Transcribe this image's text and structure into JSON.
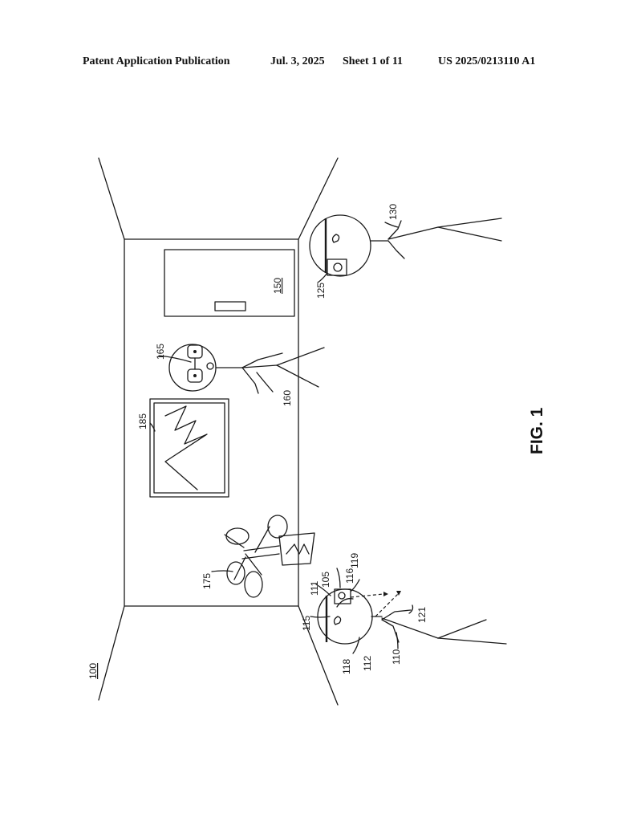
{
  "header": {
    "publication": "Patent Application Publication",
    "date": "Jul. 3, 2025",
    "sheet": "Sheet 1 of 11",
    "number": "US 2025/0213110 A1"
  },
  "figure": {
    "caption": "FIG. 1",
    "labels": {
      "room": "100",
      "user_front": "105",
      "body_front": "110",
      "part_111": "111",
      "part_112": "112",
      "part_115": "115",
      "part_116": "116",
      "part_118": "118",
      "part_119": "119",
      "part_121": "121",
      "device_125": "125",
      "user_back": "130",
      "door": "150",
      "person_body": "160",
      "person_head": "165",
      "plant": "175",
      "picture": "185"
    }
  },
  "colors": {
    "ink": "#1a1a1a",
    "paper": "#ffffff"
  }
}
